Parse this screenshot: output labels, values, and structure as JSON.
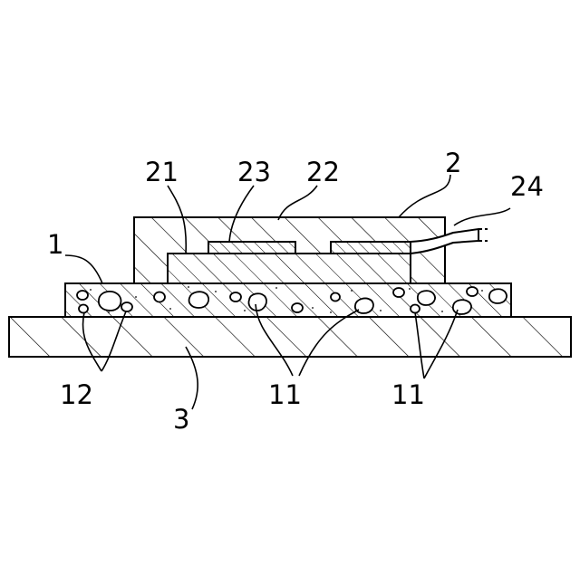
{
  "labels": {
    "component_2": "2",
    "component_21": "21",
    "component_23": "23",
    "component_22": "22",
    "component_24": "24",
    "layer_1": "1",
    "particle_12": "12",
    "particles_11_left": "11",
    "particles_11_right": "11",
    "substrate_3": "3"
  },
  "colors": {
    "ink": "#000000",
    "paper": "#ffffff"
  }
}
